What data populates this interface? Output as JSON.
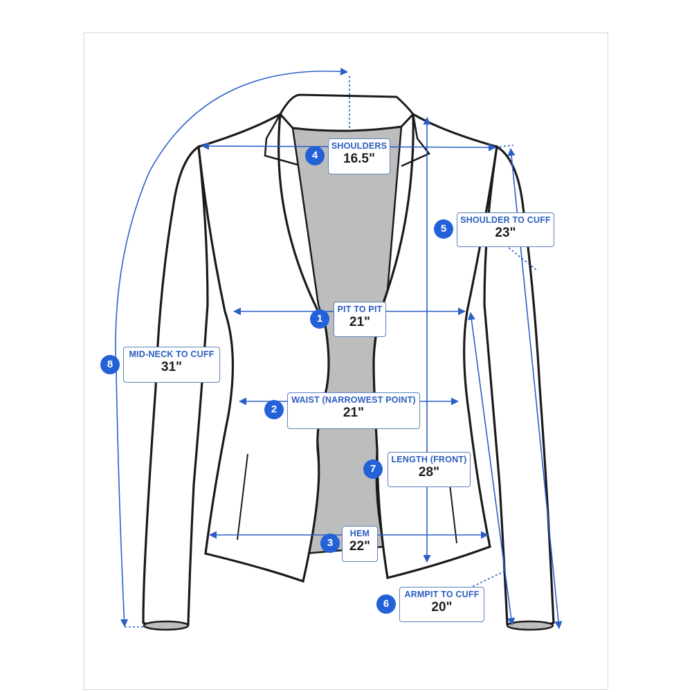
{
  "colors": {
    "outline": "#1a1a1a",
    "lining": "#bdbdbd",
    "measure_line": "#2a5fc8",
    "badge": "#2361d8",
    "label_text": "#2b5dbf"
  },
  "measurements": [
    {
      "number": "1",
      "name": "PIT TO PIT",
      "value": "21\""
    },
    {
      "number": "2",
      "name": "WAIST (NARROWEST POINT)",
      "value": "21\""
    },
    {
      "number": "3",
      "name": "HEM",
      "value": "22\""
    },
    {
      "number": "4",
      "name": "SHOULDERS",
      "value": "16.5\""
    },
    {
      "number": "5",
      "name": "SHOULDER TO CUFF",
      "value": "23\""
    },
    {
      "number": "6",
      "name": "ARMPIT TO CUFF",
      "value": "20\""
    },
    {
      "number": "7",
      "name": "LENGTH (FRONT)",
      "value": "28\""
    },
    {
      "number": "8",
      "name": "MID-NECK TO CUFF",
      "value": "31\""
    }
  ]
}
